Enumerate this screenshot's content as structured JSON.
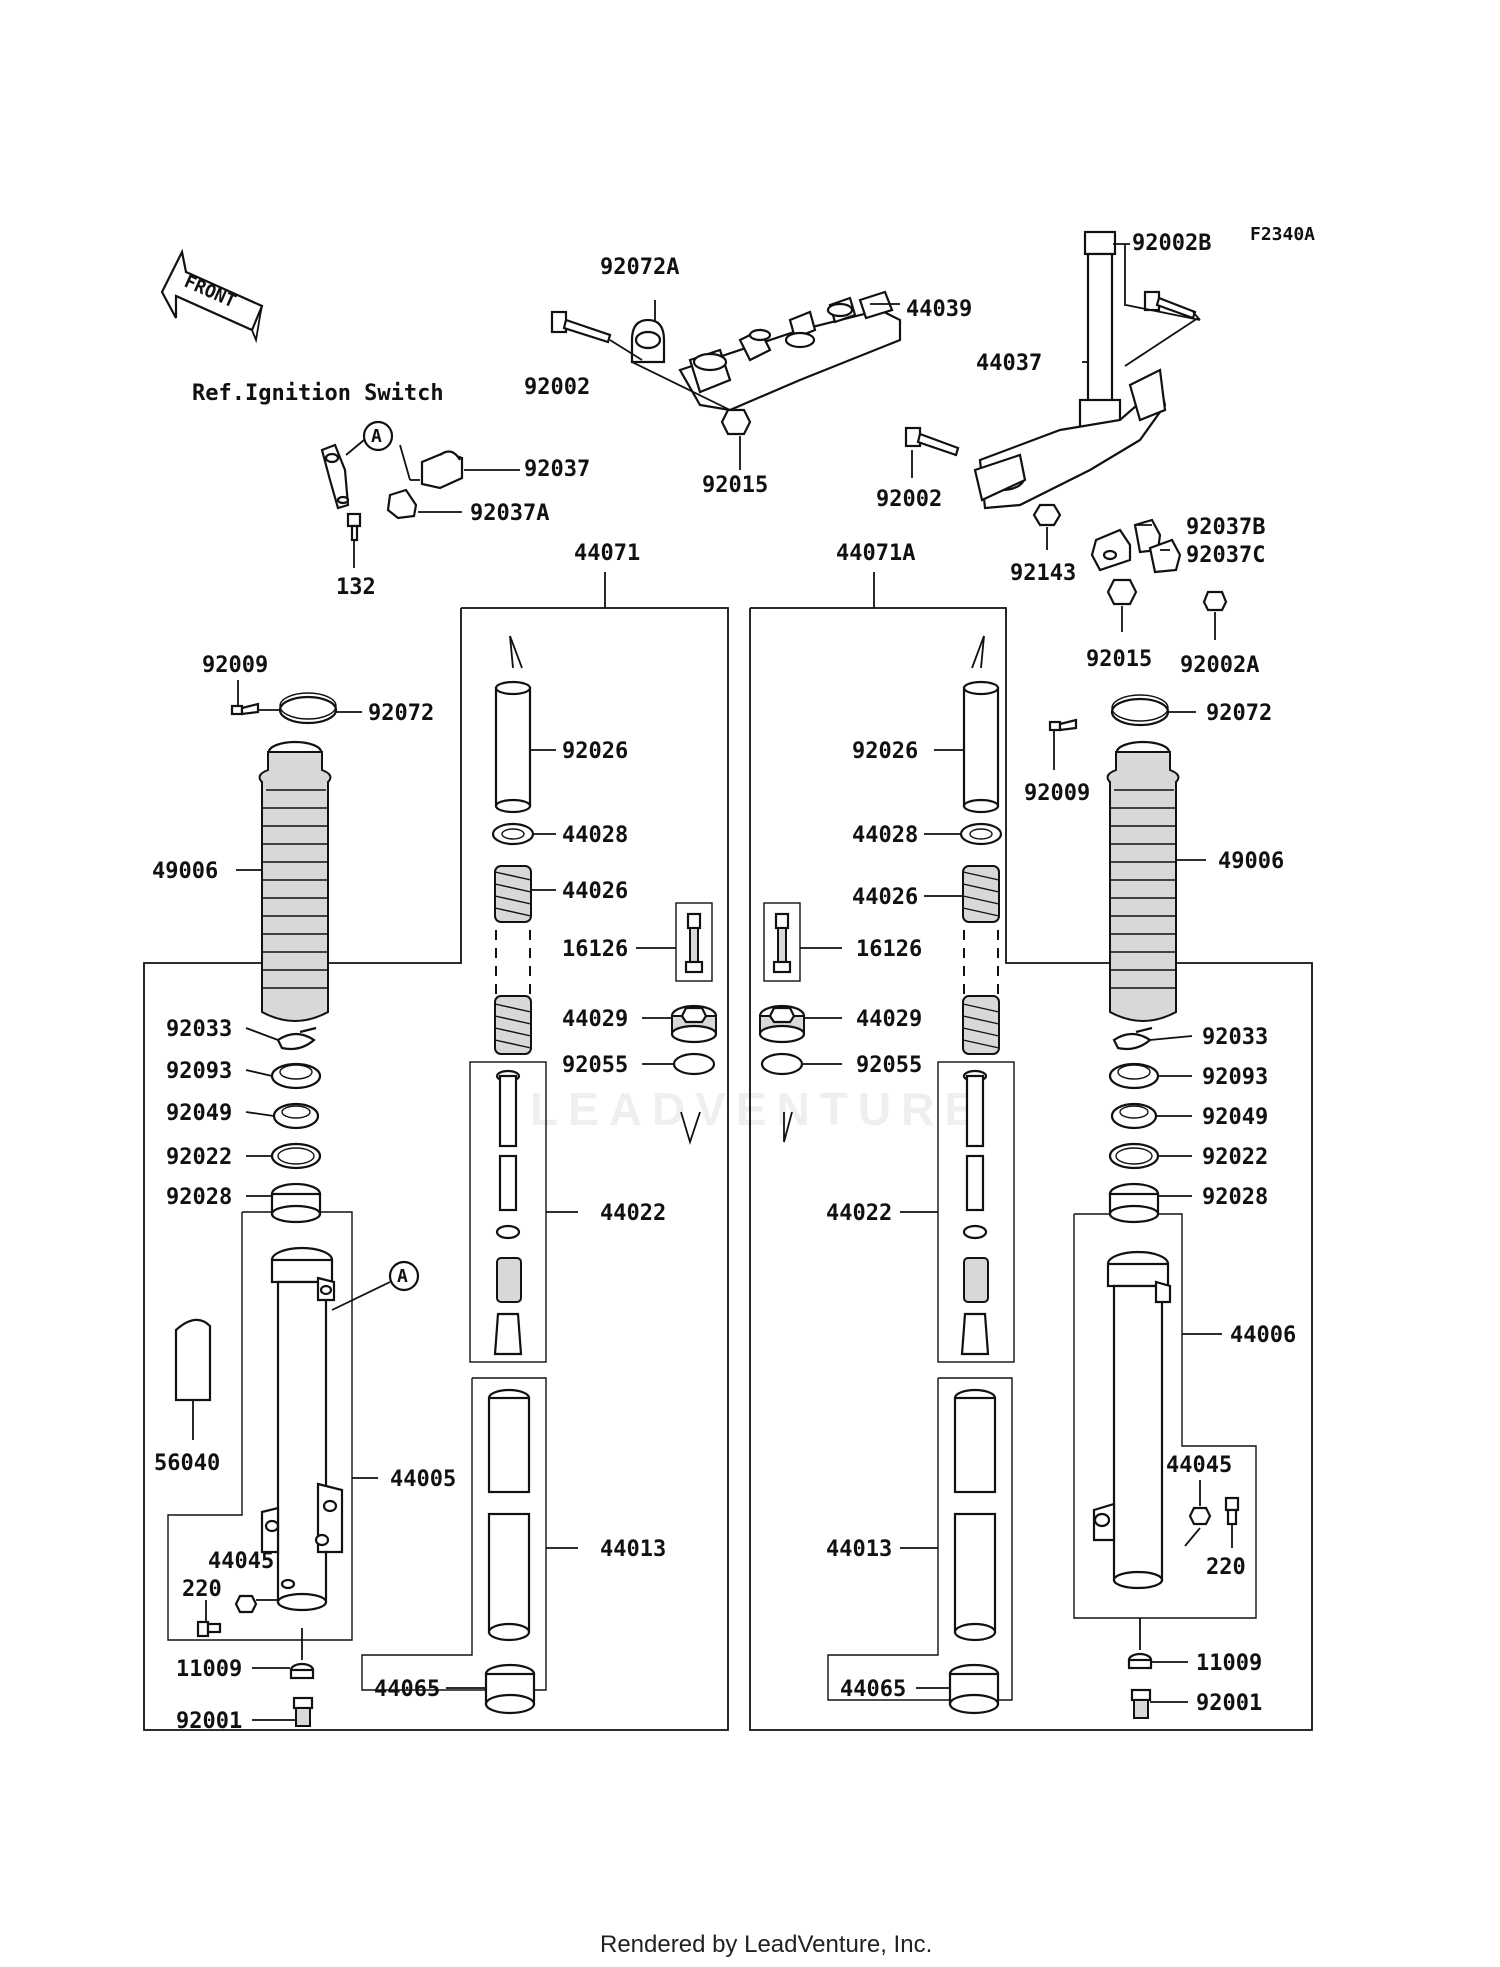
{
  "diagram_code": "F2340A",
  "front_label": "FRONT",
  "ref_note": "Ref.Ignition Switch",
  "marker": "A",
  "watermark": "LEADVENTURE",
  "footer": "Rendered by LeadVenture, Inc.",
  "labels": {
    "p92072A": "92072A",
    "p44039": "44039",
    "p92002_top": "92002",
    "p92015_top": "92015",
    "p92002B": "92002B",
    "p44037": "44037",
    "p92002_right": "92002",
    "p92143": "92143",
    "p92037B": "92037B",
    "p92037C": "92037C",
    "p92015_right": "92015",
    "p92002A": "92002A",
    "p92037": "92037",
    "p92037A": "92037A",
    "p132": "132",
    "p44071": "44071",
    "p44071A": "44071A",
    "p92009_left": "92009",
    "p92072_left": "92072",
    "p49006_left": "49006",
    "p92026_left": "92026",
    "p44028_left": "44028",
    "p44026_left": "44026",
    "p16126_left": "16126",
    "p44029_left": "44029",
    "p92055_left": "92055",
    "p92033_left": "92033",
    "p92093_left": "92093",
    "p92049_left": "92049",
    "p92022_left": "92022",
    "p92028_left": "92028",
    "p44022_left": "44022",
    "p56040": "56040",
    "p44005": "44005",
    "p44045_left": "44045",
    "p220_left": "220",
    "p44013_left": "44013",
    "p11009_left": "11009",
    "p44065_left": "44065",
    "p92001_left": "92001",
    "p92072_right": "92072",
    "p92009_right": "92009",
    "p49006_right": "49006",
    "p92026_right": "92026",
    "p44028_right": "44028",
    "p44026_right": "44026",
    "p16126_right": "16126",
    "p44029_right": "44029",
    "p92055_right": "92055",
    "p92033_right": "92033",
    "p92093_right": "92093",
    "p92049_right": "92049",
    "p92022_right": "92022",
    "p92028_right": "92028",
    "p44022_right": "44022",
    "p44006": "44006",
    "p44045_right": "44045",
    "p220_right": "220",
    "p44013_right": "44013",
    "p11009_right": "11009",
    "p44065_right": "44065",
    "p92001_right": "92001"
  }
}
